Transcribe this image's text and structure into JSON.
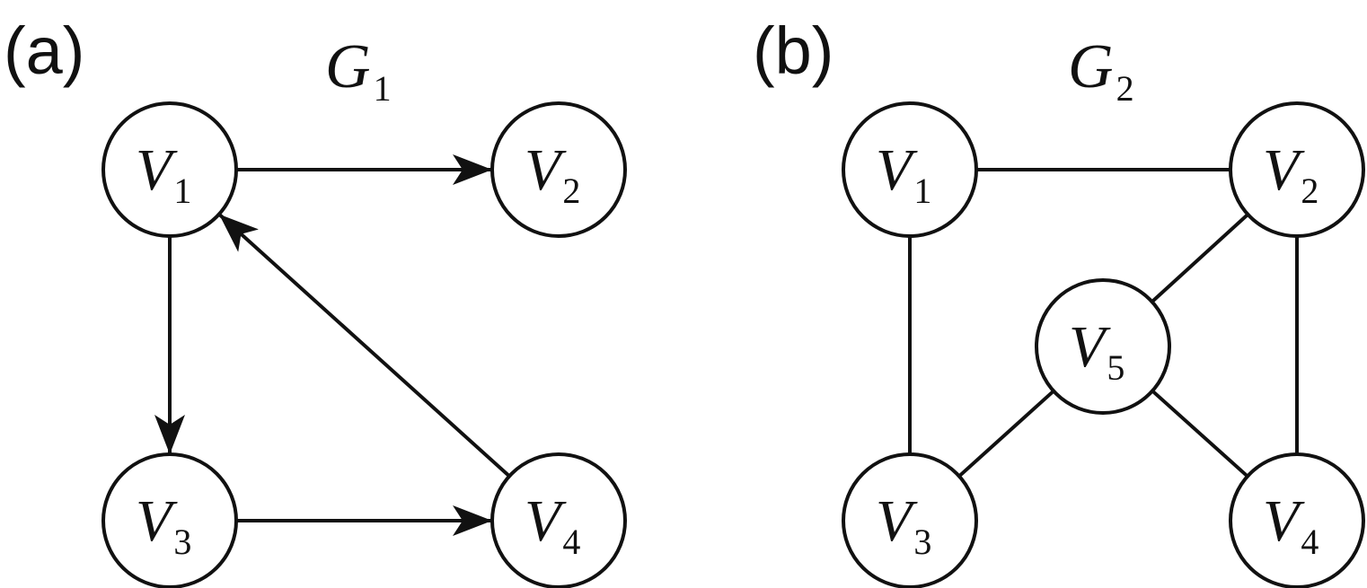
{
  "panels": [
    {
      "label": "(a)",
      "title": {
        "base": "G",
        "sub": "1"
      },
      "directed": true,
      "nodes": [
        {
          "id": "v1",
          "base": "V",
          "sub": "1"
        },
        {
          "id": "v2",
          "base": "V",
          "sub": "2"
        },
        {
          "id": "v3",
          "base": "V",
          "sub": "3"
        },
        {
          "id": "v4",
          "base": "V",
          "sub": "4"
        }
      ],
      "edges": [
        {
          "from": "v1",
          "to": "v2"
        },
        {
          "from": "v1",
          "to": "v3"
        },
        {
          "from": "v3",
          "to": "v4"
        },
        {
          "from": "v4",
          "to": "v1"
        }
      ]
    },
    {
      "label": "(b)",
      "title": {
        "base": "G",
        "sub": "2"
      },
      "directed": false,
      "nodes": [
        {
          "id": "v1",
          "base": "V",
          "sub": "1"
        },
        {
          "id": "v2",
          "base": "V",
          "sub": "2"
        },
        {
          "id": "v3",
          "base": "V",
          "sub": "3"
        },
        {
          "id": "v4",
          "base": "V",
          "sub": "4"
        },
        {
          "id": "v5",
          "base": "V",
          "sub": "5"
        }
      ],
      "edges": [
        {
          "from": "v1",
          "to": "v2"
        },
        {
          "from": "v1",
          "to": "v3"
        },
        {
          "from": "v2",
          "to": "v4"
        },
        {
          "from": "v2",
          "to": "v5"
        },
        {
          "from": "v5",
          "to": "v3"
        },
        {
          "from": "v5",
          "to": "v4"
        }
      ]
    }
  ],
  "colors": {
    "stroke": "#111111",
    "node_fill": "#ffffff",
    "background": "#ffffff"
  }
}
